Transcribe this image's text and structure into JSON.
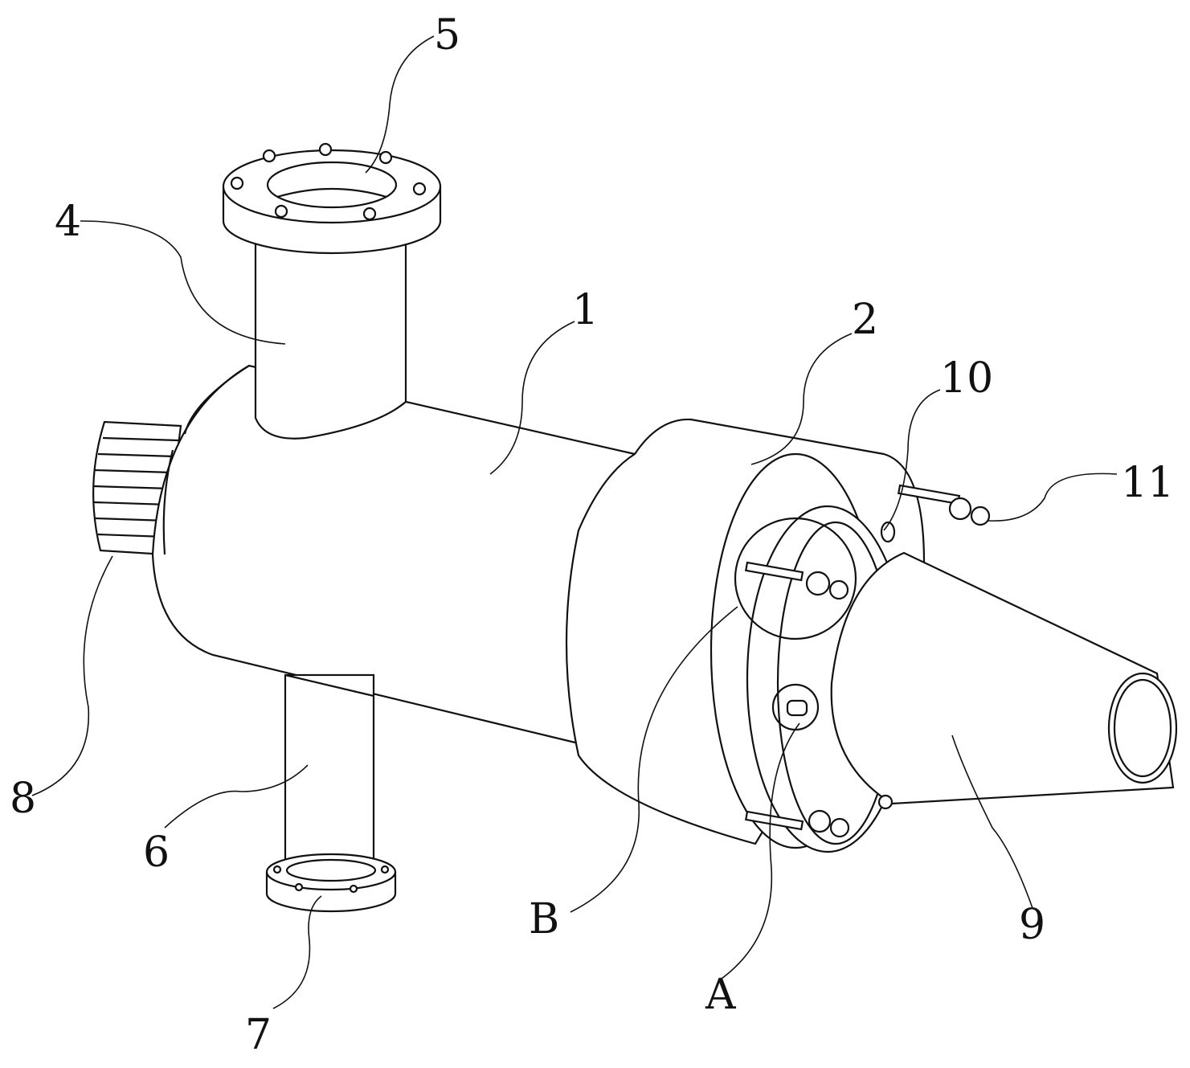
{
  "figure": {
    "labels": {
      "l1": "1",
      "l2": "2",
      "l4": "4",
      "l5": "5",
      "l6": "6",
      "l7": "7",
      "l8": "8",
      "l9": "9",
      "l10": "10",
      "l11": "11",
      "lA": "A",
      "lB": "B"
    }
  }
}
